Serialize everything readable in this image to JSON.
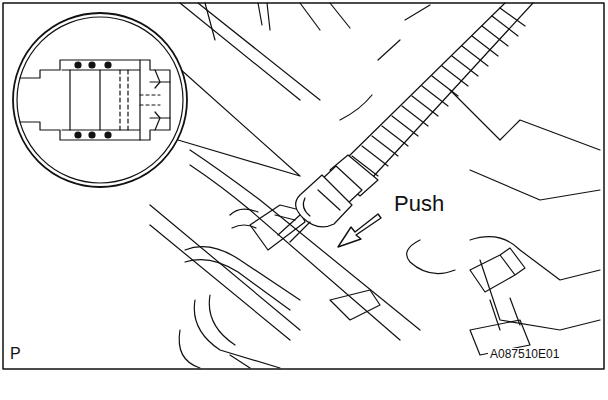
{
  "diagram": {
    "labels": [
      "Push",
      "P",
      "A087510E01"
    ]
  }
}
